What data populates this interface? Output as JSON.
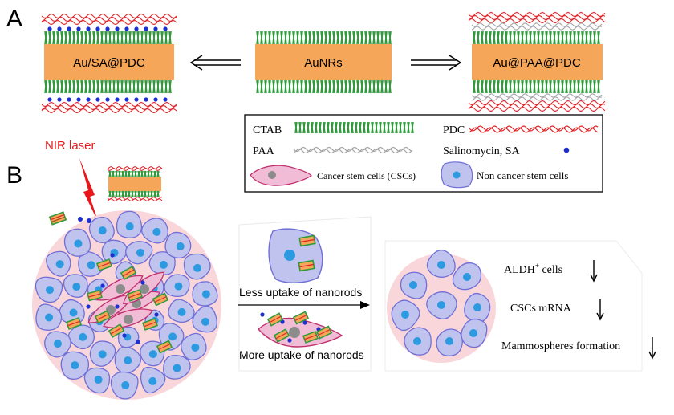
{
  "panels": {
    "a": "A",
    "b": "B"
  },
  "panel_a": {
    "left_rod": "Au/SA@PDC",
    "center_rod": "AuNRs",
    "right_rod": "Au@PAA@PDC"
  },
  "legend": {
    "ctab": "CTAB",
    "pdc": "PDC",
    "paa": "PAA",
    "sa": "Salinomycin, SA",
    "csc": "Cancer stem cells (CSCs)",
    "noncsc": "Non cancer stem cells"
  },
  "panel_b": {
    "laser": "NIR laser",
    "less_uptake": "Less uptake of nanorods",
    "more_uptake": "More uptake of nanorods",
    "aldh_main": "ALDH",
    "aldh_sup": "+",
    "aldh_rest": " cells",
    "mrna": "CSCs mRNA",
    "mammo": "Mammospheres formation"
  },
  "colors": {
    "rod_fill": "#f5a658",
    "ctab_green": "#2e9a3a",
    "pdc_red": "#e0262a",
    "paa_gray": "#a6a6a6",
    "sa_blue": "#1d2fd1",
    "cell_fill": "#bfc3ee",
    "cell_stroke": "#6f6fd6",
    "nucleus": "#2b9ae0",
    "csc_fill": "#f0bcd6",
    "csc_stroke": "#c0306e",
    "tumor_bg": "#f9d6da"
  }
}
